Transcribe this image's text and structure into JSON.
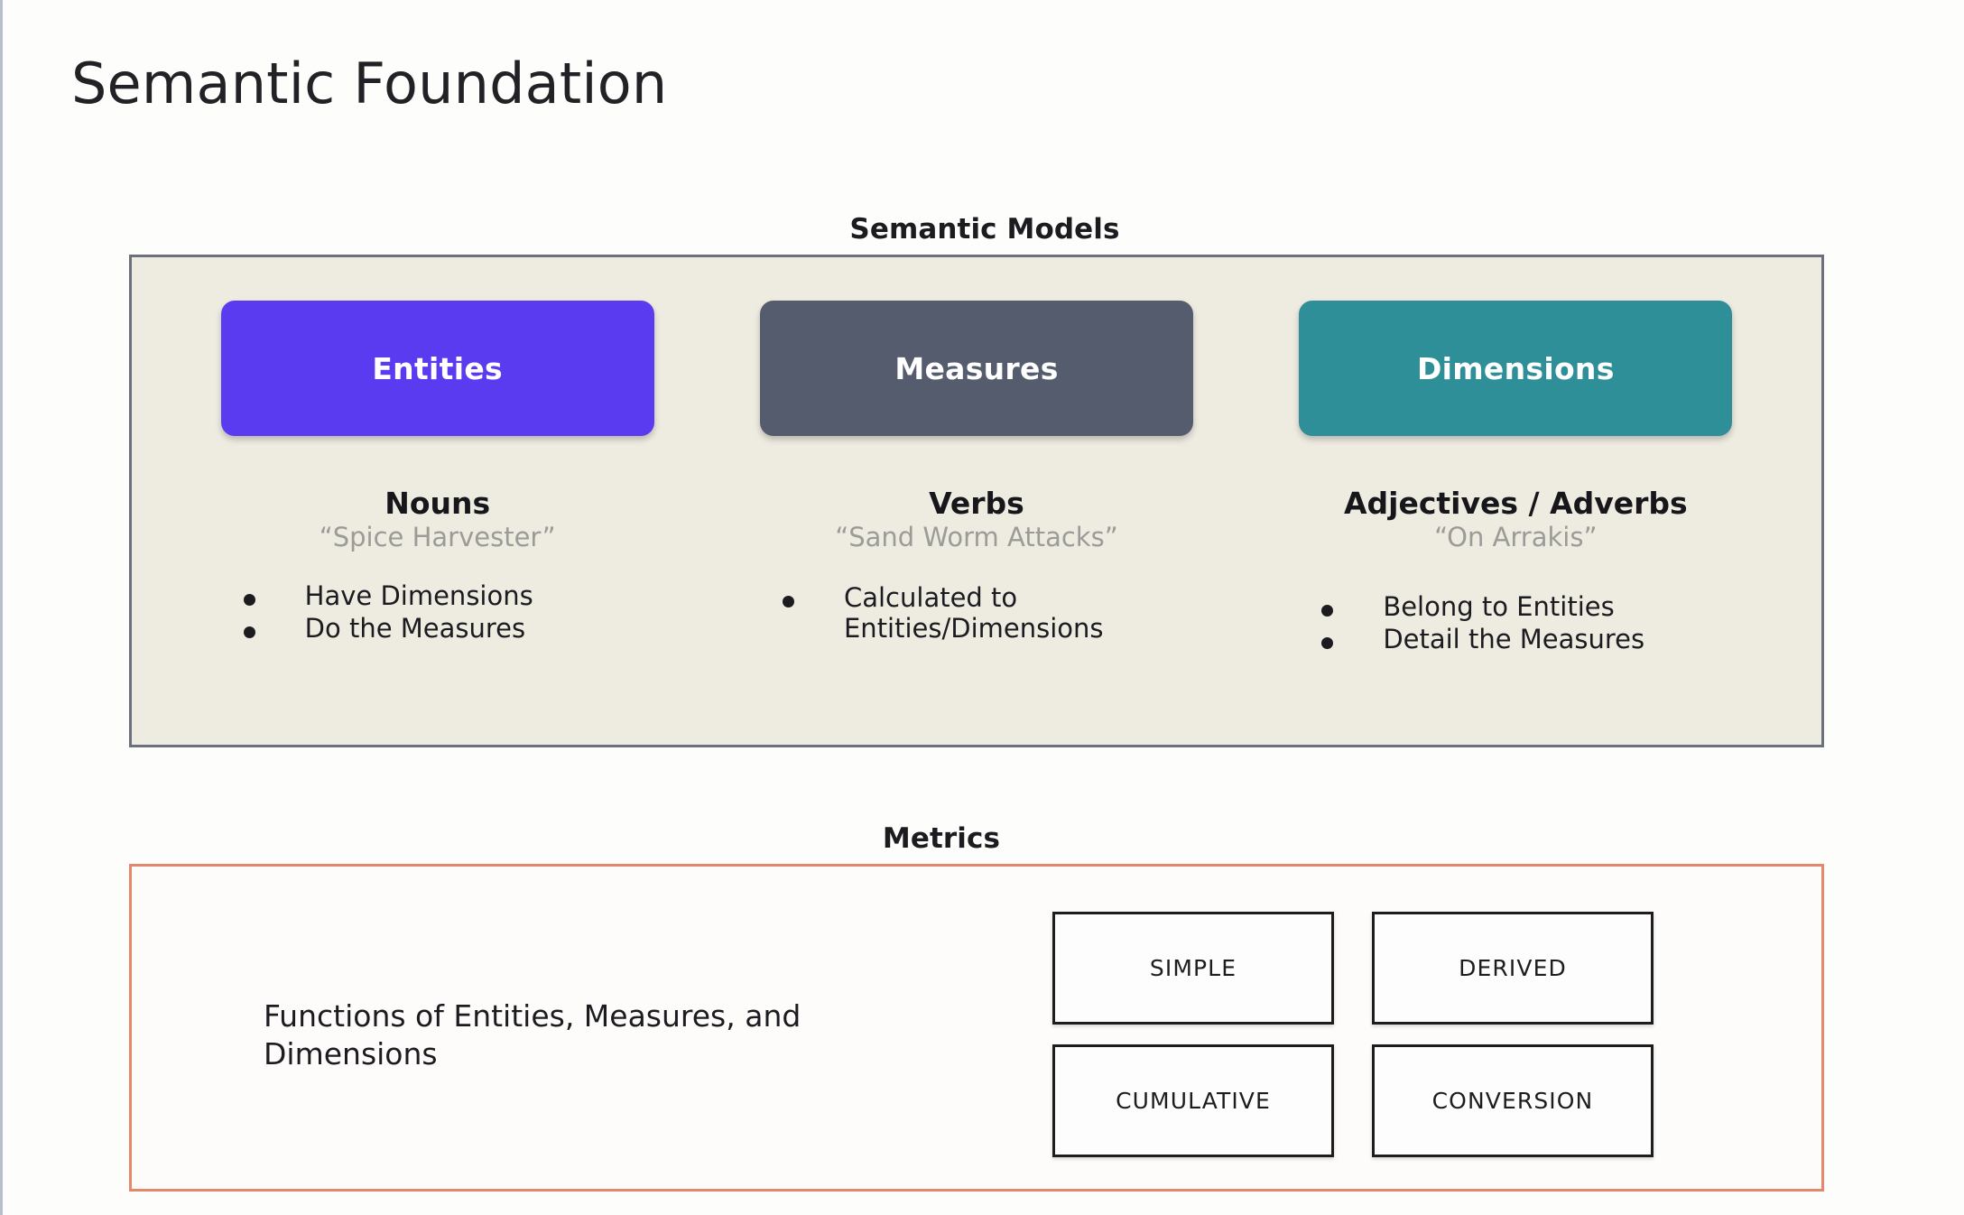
{
  "slide": {
    "title": "Semantic Foundation"
  },
  "semantic_models": {
    "heading": "Semantic Models",
    "columns": [
      {
        "chip_label": "Entities",
        "chip_color": "#5b3bef",
        "part_of_speech": "Nouns",
        "example": "“Spice Harvester”",
        "bullets": [
          "Have Dimensions",
          "Do the Measures"
        ]
      },
      {
        "chip_label": "Measures",
        "chip_color": "#545c6e",
        "part_of_speech": "Verbs",
        "example": "“Sand Worm Attacks”",
        "bullets": [
          "Calculated to Entities/Dimensions"
        ]
      },
      {
        "chip_label": "Dimensions",
        "chip_color": "#2f8f99",
        "part_of_speech": "Adjectives / Adverbs",
        "example": "“On Arrakis”",
        "bullets": [
          "Belong to Entities",
          "Detail the Measures"
        ]
      }
    ]
  },
  "metrics": {
    "heading": "Metrics",
    "description": "Functions of Entities, Measures, and Dimensions",
    "border_color": "#e3886a",
    "types": [
      "SIMPLE",
      "DERIVED",
      "CUMULATIVE",
      "CONVERSION"
    ]
  }
}
